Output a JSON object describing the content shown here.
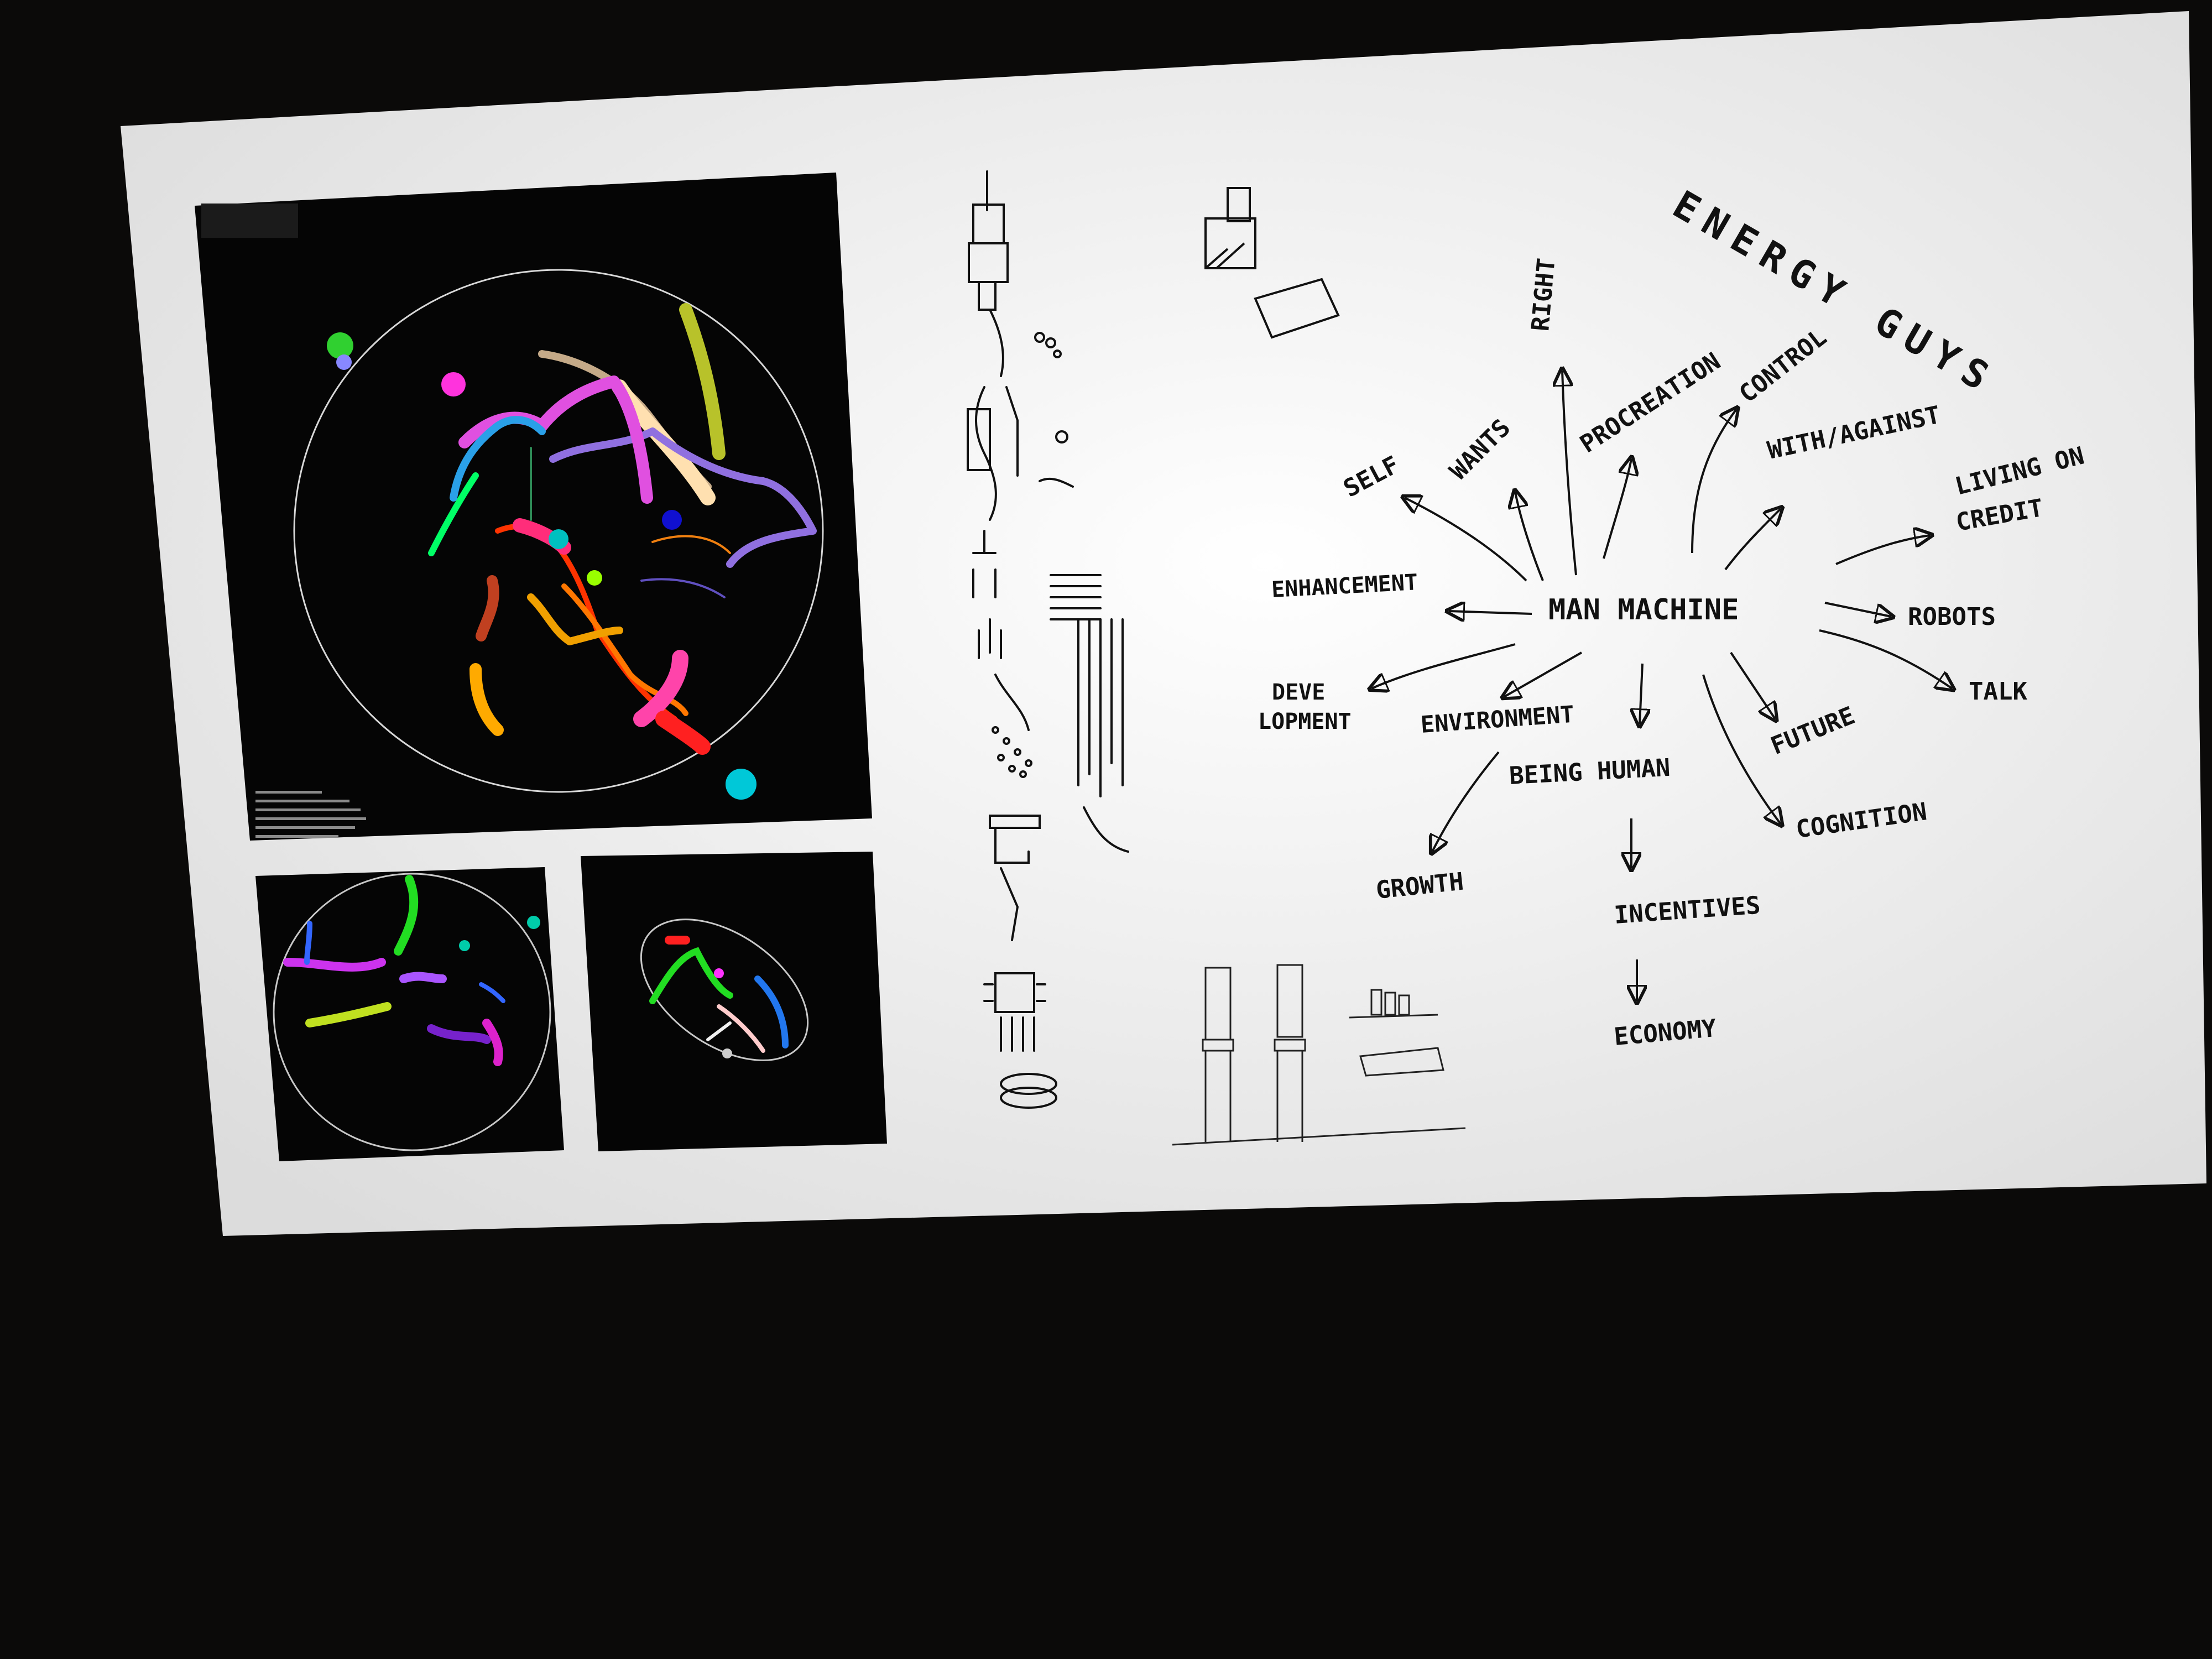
{
  "screen": {
    "background": "#efefef",
    "frame_color": "#0b0a09"
  },
  "tracking_panels": {
    "background": "#050505",
    "main_overlay_lines": [
      "",
      "",
      "",
      ""
    ],
    "trail_colors": [
      "#ff00ff",
      "#00ff66",
      "#1e90ff",
      "#ffe07a",
      "#b0c020",
      "#9070e0",
      "#ff3300",
      "#ff9900",
      "#00ccdd",
      "#0000ff",
      "#ff66cc",
      "#66ff00"
    ]
  },
  "mind_map": {
    "title": "ENERGY GUYS",
    "center": "MAN  MACHINE",
    "branches": [
      "SELF",
      "WANTS",
      "RIGHT",
      "PROCREATION",
      "CONTROL",
      "WITH/AGAINST",
      "LIVING ON",
      "CREDIT",
      "ENHANCEMENT",
      "ROBOTS",
      "TALK",
      "DEVE",
      "LOPMENT",
      "ENVIRONMENT",
      "BEING HUMAN",
      "FUTURE",
      "COGNITION",
      "GROWTH",
      "INCENTIVES",
      "ECONOMY"
    ]
  }
}
